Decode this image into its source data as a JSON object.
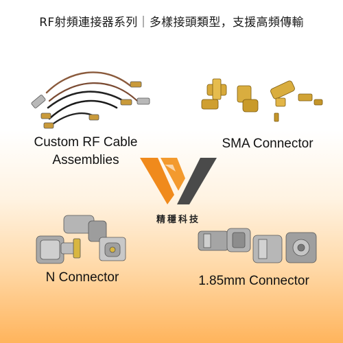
{
  "title": "RF射頻連接器系列｜多樣接頭類型，支援高頻傳輸",
  "brand": {
    "name": "精穩科技",
    "logo_colors": [
      "#f08a1c",
      "#4a4a4a"
    ]
  },
  "products": {
    "cable": {
      "line1": "Custom RF Cable",
      "line2": "Assemblies",
      "icon": "rf-cable-assemblies-icon"
    },
    "sma": {
      "label": "SMA  Connector",
      "icon": "sma-connectors-icon"
    },
    "n": {
      "label": "N  Connector",
      "icon": "n-connectors-icon"
    },
    "mm185": {
      "label": "1.85mm  Connector",
      "icon": "185mm-connectors-icon"
    }
  }
}
